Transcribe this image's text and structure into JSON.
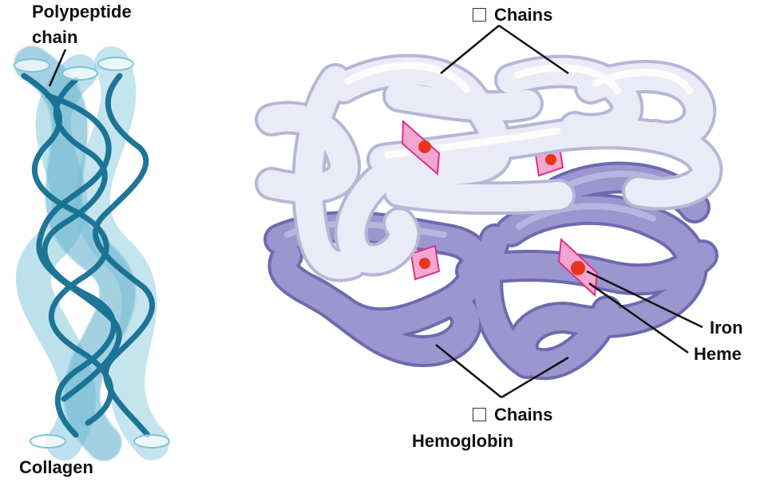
{
  "labels": {
    "polypeptide_line1": "Polypeptide",
    "polypeptide_line2": "chain",
    "collagen": "Collagen",
    "chains_top": "Chains",
    "chains_bottom": "Chains",
    "hemoglobin": "Hemoglobin",
    "iron": "Iron",
    "heme": "Heme"
  },
  "colors": {
    "collagen_fill": "#7cc3da",
    "collagen_dark": "#146f92",
    "alpha_fill": "#ebebf7",
    "alpha_stroke": "#b6b6d6",
    "beta_fill": "#9b96cf",
    "beta_stroke": "#6f69b0",
    "heme_fill": "#f3a6d0",
    "heme_stroke": "#d8338a",
    "iron": "#e8341c"
  }
}
